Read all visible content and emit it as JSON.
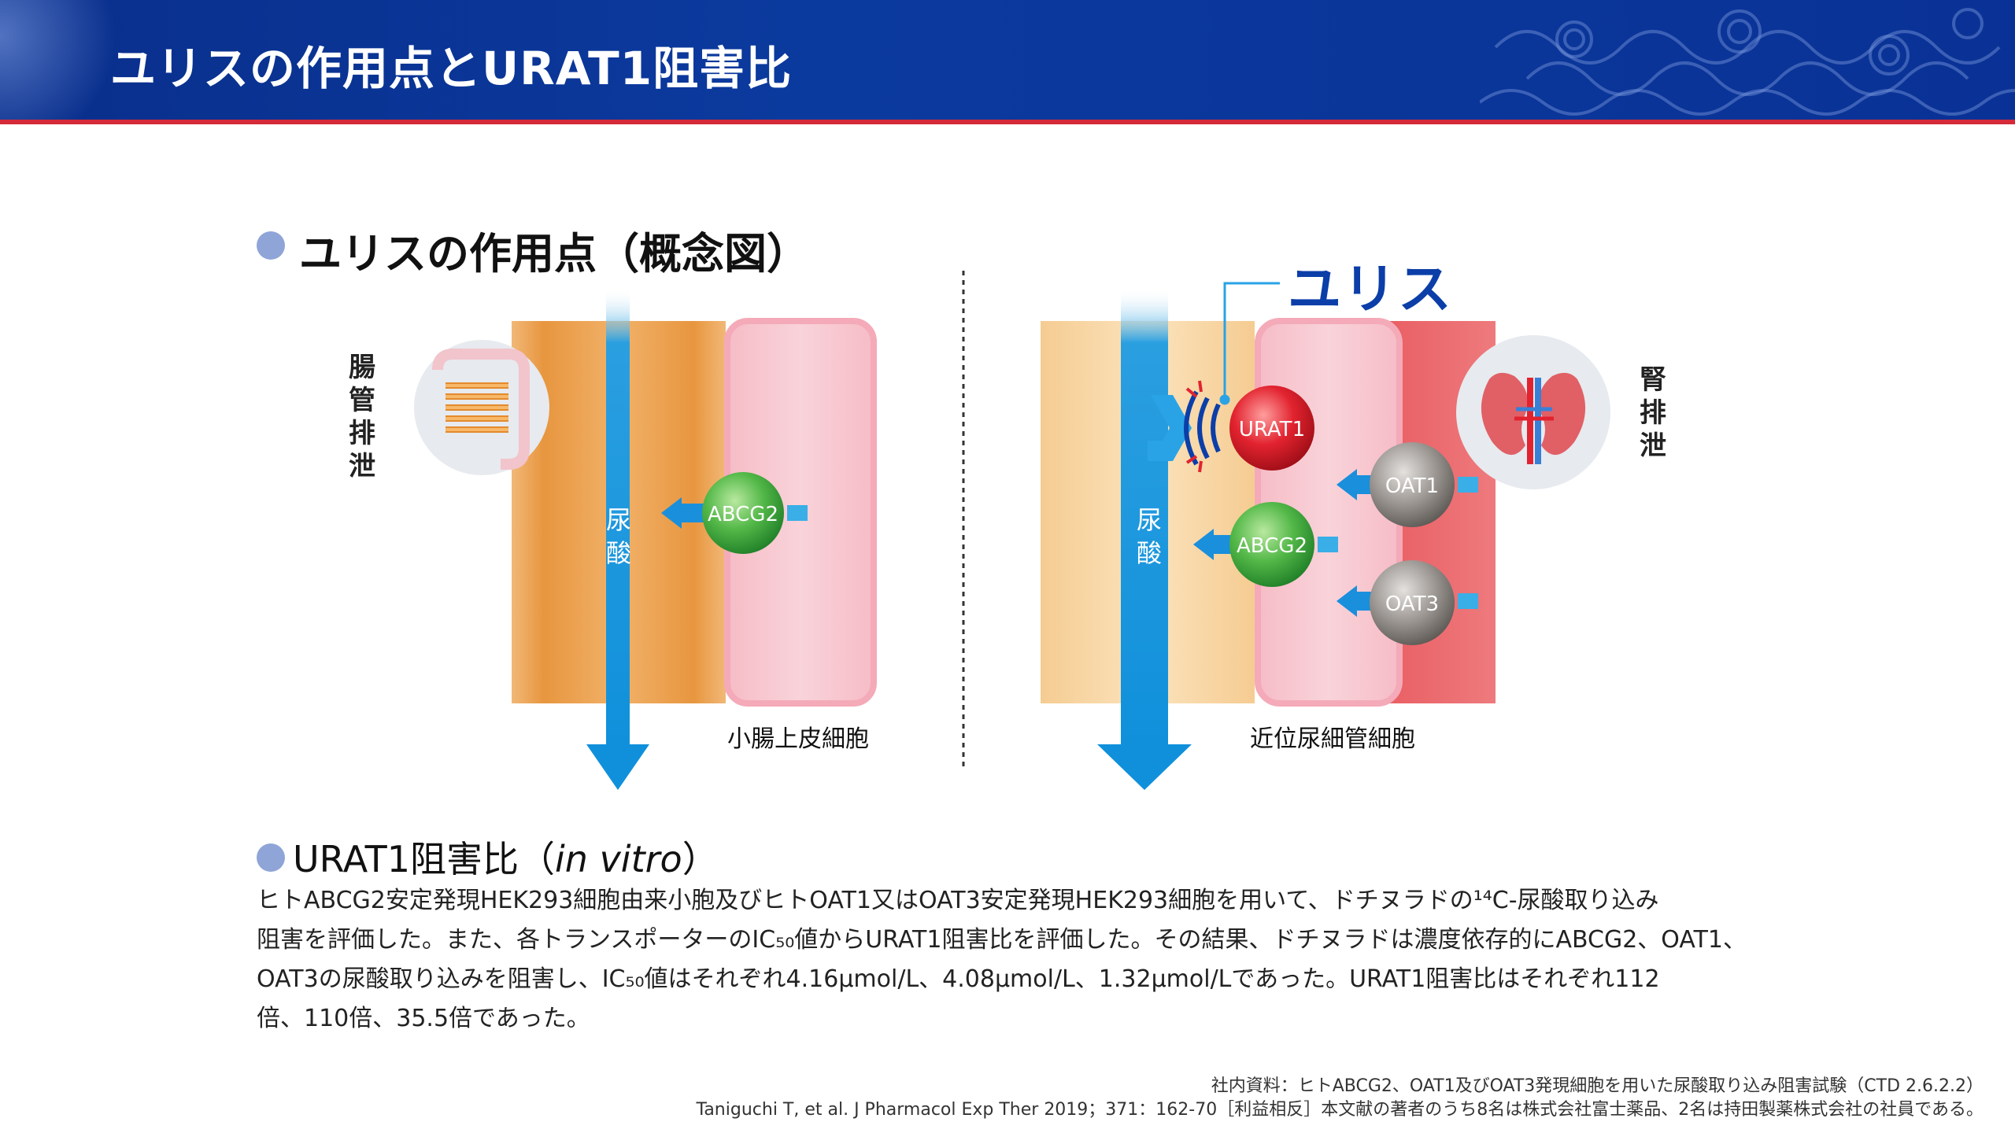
{
  "header": {
    "title": "ユリスの作用点とURAT1阻害比",
    "accent_color": "#0a2f8c",
    "line_color": "#d42a3a"
  },
  "section1": {
    "title": "ユリスの作用点（概念図）",
    "brand": "ユリス",
    "left_panel": {
      "organ_label": "腸管排泄",
      "flow_label": "尿酸",
      "transporter": "ABCG2",
      "cell_label": "小腸上皮細胞",
      "icon": "intestine-icon"
    },
    "right_panel": {
      "organ_label": "腎排泄",
      "flow_label": "尿酸",
      "transporters": [
        "URAT1",
        "ABCG2",
        "OAT1",
        "OAT3"
      ],
      "cell_label": "近位尿細管細胞",
      "icon": "kidney-icon"
    }
  },
  "section2": {
    "title_main": "URAT1阻害比（",
    "title_italic": "in vitro",
    "title_end": "）",
    "paragraph": [
      "ヒトABCG2安定発現HEK293細胞由来小胞及びヒトOAT1又はOAT3安定発現HEK293細胞を用いて、ドチヌラドの¹⁴C-尿酸取り込み",
      "阻害を評価した。また、各トランスポーターのIC₅₀値からURAT1阻害比を評価した。その結果、ドチヌラドは濃度依存的にABCG2、OAT1、",
      "OAT3の尿酸取り込みを阻害し、IC₅₀値はそれぞれ4.16μmol/L、4.08μmol/L、1.32μmol/Lであった。URAT1阻害比はそれぞれ112",
      "倍、110倍、35.5倍であった。"
    ]
  },
  "footer": {
    "line1": "社内資料：ヒトABCG2、OAT1及びOAT3発現細胞を用いた尿酸取り込み阻害試験（CTD 2.6.2.2）",
    "line2": "Taniguchi T, et al. J Pharmacol Exp Ther 2019；371：162-70［利益相反］本文献の著者のうち8名は株式会社富士薬品、2名は持田製薬株式会社の社員である。"
  }
}
